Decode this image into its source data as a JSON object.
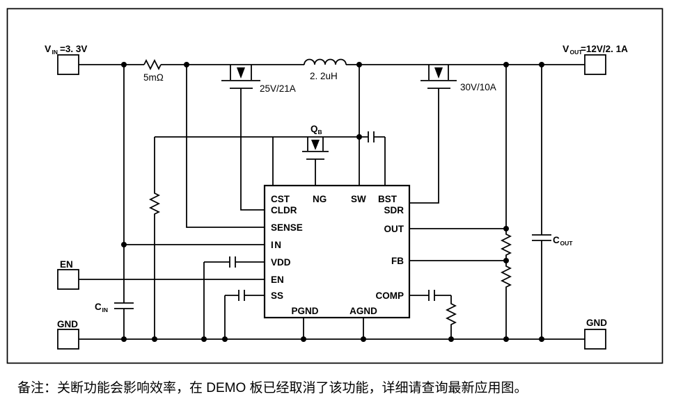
{
  "colors": {
    "line": "#000000",
    "background": "#ffffff"
  },
  "note": "备注：关断功能会影响效率，在 DEMO 板已经取消了该功能，详细请查询最新应用图。",
  "terminals": {
    "vin": {
      "sym": "V",
      "sub": "IN",
      "value": "=3. 3V"
    },
    "vout": {
      "sym": "V",
      "sub": "OUT",
      "value": "=12V/2. 1A"
    },
    "en": "EN",
    "gnd_left": "GND",
    "gnd_right": "GND"
  },
  "components": {
    "sense_resistor": {
      "value": "5mΩ"
    },
    "inductor": {
      "value": "2. 2uH"
    },
    "high_side_fet": {
      "rating": "25V/21A"
    },
    "rectifier_fet": {
      "rating": "30V/10A"
    },
    "bypass_fet": {
      "sym": "Q",
      "sub": "B"
    },
    "cin": {
      "sym": "C",
      "sub": "IN"
    },
    "cout": {
      "sym": "C",
      "sub": "OUT"
    }
  },
  "ic": {
    "pins": {
      "cst": "CST",
      "ng": "NG",
      "sw": "SW",
      "bst": "BST",
      "cldr": "CLDR",
      "sense": "SENSE",
      "in": "IN",
      "vdd": "VDD",
      "en": "EN",
      "ss": "SS",
      "sdr": "SDR",
      "out": "OUT",
      "fb": "FB",
      "comp": "COMP",
      "pgnd": "PGND",
      "agnd": "AGND"
    }
  }
}
